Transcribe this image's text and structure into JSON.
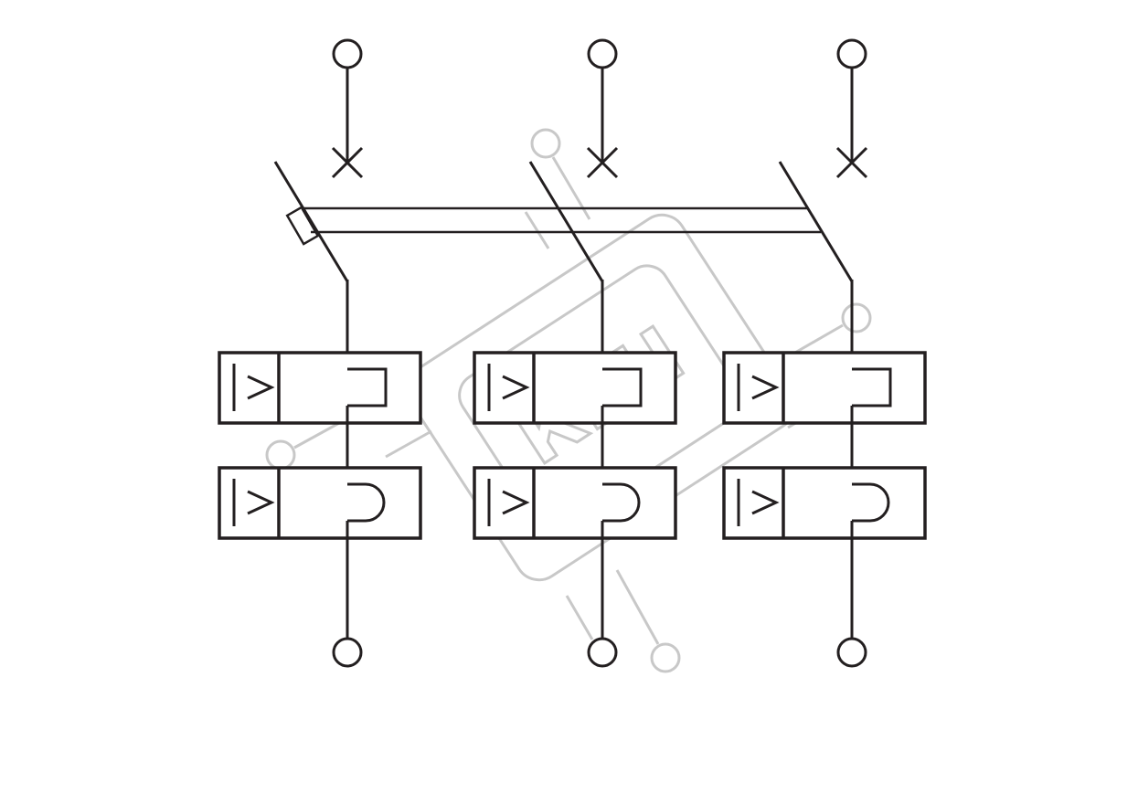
{
  "diagram": {
    "poles": [
      {
        "id": "pole-1",
        "thermal_symbol": "|>",
        "magnetic_symbol": "|>",
        "has_actuator_link": true
      },
      {
        "id": "pole-2",
        "thermal_symbol": "|>",
        "magnetic_symbol": "|>",
        "has_actuator_link": false
      },
      {
        "id": "pole-3",
        "thermal_symbol": "|>",
        "magnetic_symbol": "|>",
        "has_actuator_link": false
      }
    ],
    "colors": {
      "line": "#231f20",
      "background": "#ffffff",
      "watermark": "#c8c8c8"
    }
  },
  "watermark": {
    "text": "КЕН"
  }
}
